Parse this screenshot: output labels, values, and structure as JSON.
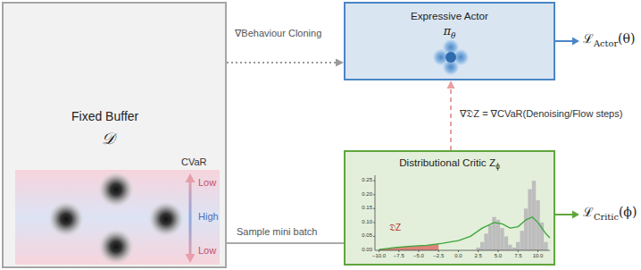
{
  "diagram": {
    "nodes": [
      {
        "text": [
          "Fixed Buffer",
          "𝒟"
        ]
      },
      {
        "text": [
          "Expressive Actor",
          "π",
          "θ"
        ]
      },
      {
        "text": [
          "Distributional Critic",
          "Z",
          "ϕ"
        ]
      }
    ],
    "edges": [
      {
        "from": 0,
        "to": 1,
        "arrow": "to",
        "label": "∇Behaviour Cloning"
      },
      {
        "from": 0,
        "to": 2,
        "arrow": "none",
        "label": "Sample mini batch"
      },
      {
        "from": 2,
        "to": 1,
        "arrow": "to",
        "label": "∇𝔇Z = ∇CVaR(Denoising/Flow steps)"
      }
    ],
    "labels": [
      "CVaR",
      "Low",
      "High",
      "Low",
      "ℒ",
      "Actor",
      "(θ)",
      "ℒ",
      "Critic",
      "(ϕ)",
      "𝔇Z",
      "0.25",
      "0.20",
      "0.15",
      "0.10",
      "0.05",
      "0.00",
      "−10.0",
      "−7.5",
      "−5.0",
      "−2.5",
      "0.0",
      "2.5",
      "5.0",
      "7.5",
      "10.0"
    ]
  }
}
